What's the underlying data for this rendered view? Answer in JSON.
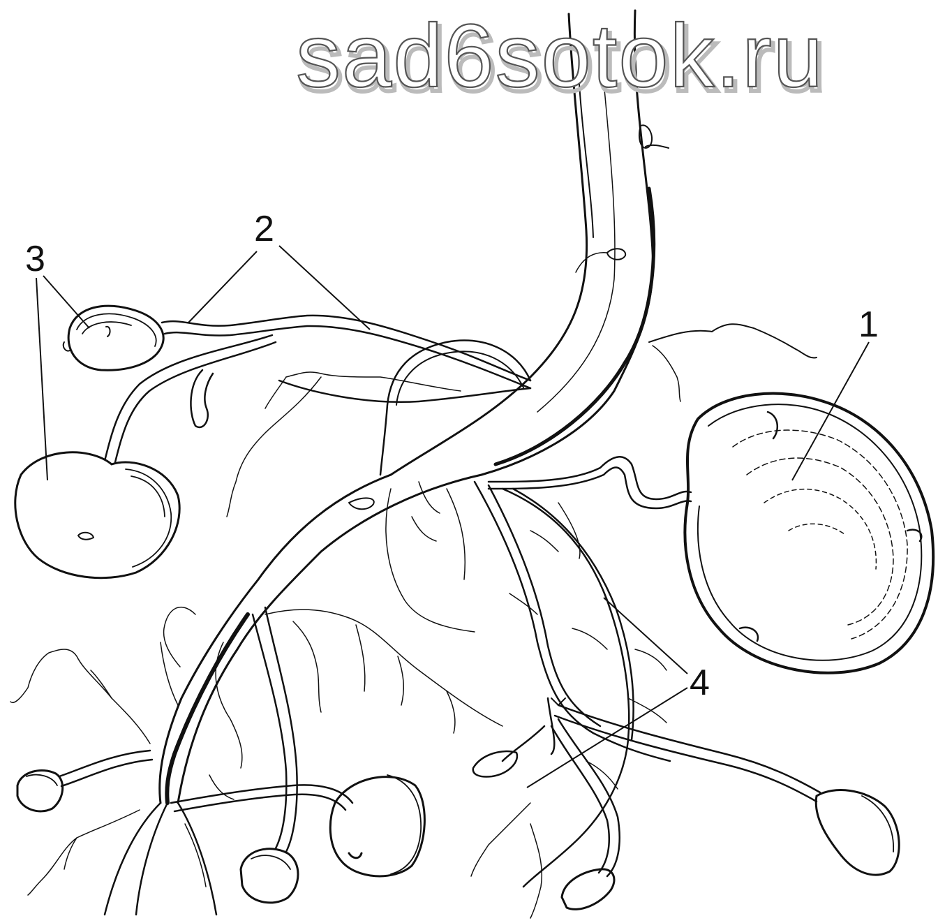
{
  "watermark": {
    "text": "sad6sotok.ru"
  },
  "labels": {
    "tuber": "1",
    "stolon": "2",
    "young_tuber": "3",
    "root": "4"
  }
}
